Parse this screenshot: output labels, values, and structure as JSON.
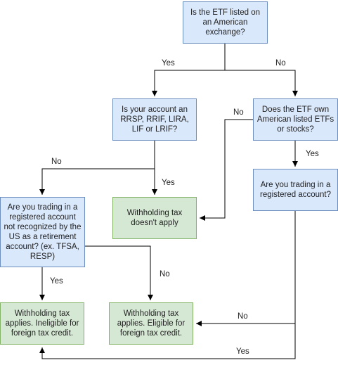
{
  "nodes": {
    "q_listed": "Is the ETF listed on an American exchange?",
    "q_account": "Is your account an RRSP, RRIF, LIRA, LIF or LRIF?",
    "q_etf_own": "Does the ETF own American listed ETFs or stocks?",
    "q_registered": "Are you trading in a registered account?",
    "q_not_recognized": "Are you trading in a registered account not recognized by the US as a retirement account? (ex. TFSA, RESP)",
    "r_no_withholding": "Withholding tax doesn't apply",
    "r_ineligible": "Withholding tax applies. Ineligible for foreign tax credit.",
    "r_eligible": "Withholding tax applies.  Eligible for foreign tax credit."
  },
  "labels": {
    "listed_yes": "Yes",
    "listed_no": "No",
    "etfown_no": "No",
    "etfown_yes": "Yes",
    "account_no": "No",
    "account_yes": "Yes",
    "notrec_yes": "Yes",
    "notrec_no": "No",
    "registered_no": "No",
    "registered_yes": "Yes"
  },
  "colors": {
    "decision_fill": "#dae8fc",
    "decision_border": "#6c8ebf",
    "result_fill": "#d5e8d4",
    "result_border": "#82b366",
    "edge": "#000000"
  }
}
